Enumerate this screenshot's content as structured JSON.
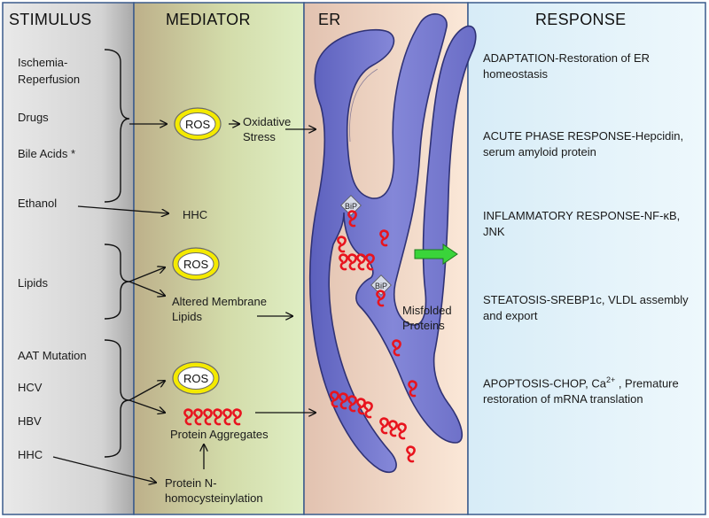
{
  "headers": {
    "stimulus": "STIMULUS",
    "mediator": "MEDIATOR",
    "er": "ER",
    "response": "RESPONSE"
  },
  "stimulus": {
    "ischemia": "Ischemia-\nReperfusion",
    "drugs": "Drugs",
    "bile": "Bile Acids *",
    "ethanol": "Ethanol",
    "lipids": "Lipids",
    "aat": "AAT Mutation",
    "hcv": "HCV",
    "hbv": "HBV",
    "hhc": "HHC"
  },
  "mediator": {
    "ros": "ROS",
    "oxidative": "Oxidative\nStress",
    "hhc": "HHC",
    "altered": "Altered Membrane\nLipids",
    "aggregates": "Protein Aggregates",
    "nhomo": "Protein N-\nhomocysteinylation"
  },
  "er": {
    "bip": "BiP",
    "misfolded": "Misfolded\nProteins"
  },
  "response": {
    "adaptation": "ADAPTATION-Restoration of ER homeostasis",
    "acute": "ACUTE PHASE RESPONSE-Hepcidin, serum amyloid protein",
    "inflammatory": "INFLAMMATORY RESPONSE-NF-κB, JNK",
    "steatosis": "STEATOSIS-SREBP1c, VLDL assembly and export",
    "apoptosis_pre": "APOPTOSIS-CHOP, Ca",
    "apoptosis_sup": "2+",
    "apoptosis_post": " , Premature restoration of mRNA translation"
  },
  "colors": {
    "panel_border": "#3a5a8c",
    "er_body": "#6f73c9",
    "ros_ring": "#f4ea00",
    "protein": "#e8141e",
    "arrow_green": "#3ad43a"
  }
}
